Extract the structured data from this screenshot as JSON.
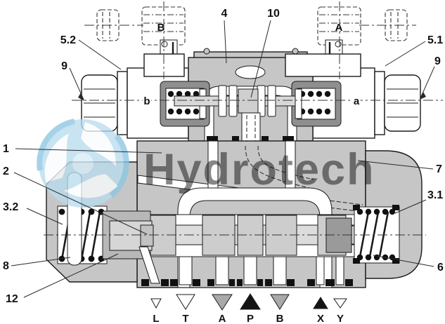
{
  "diagram": {
    "watermark": {
      "text": "Hydrotech",
      "text_color": "#8b96a0",
      "logo_color": "#b9dcee"
    },
    "solenoid_b_label": "B",
    "solenoid_a_label": "A",
    "pilot_position_left": "b",
    "pilot_position_right": "a",
    "callouts": {
      "c5_2": "5.2",
      "c9_left": "9",
      "c4": "4",
      "c10": "10",
      "c5_1": "5.1",
      "c9_right": "9",
      "c1": "1",
      "c2": "2",
      "c3_2": "3.2",
      "c8": "8",
      "c12": "12",
      "c7": "7",
      "c3_1": "3.1",
      "c6": "6"
    },
    "ports": [
      {
        "label": "L",
        "symbol": "triangle-down-outline",
        "fill": "#ffffff"
      },
      {
        "label": "T",
        "symbol": "triangle-down-outline",
        "fill": "#ffffff"
      },
      {
        "label": "A",
        "symbol": "triangle-down-gray",
        "fill": "#a9a9a9"
      },
      {
        "label": "P",
        "symbol": "triangle-up-black",
        "fill": "#141414"
      },
      {
        "label": "B",
        "symbol": "triangle-down-gray",
        "fill": "#a9a9a9"
      },
      {
        "label": "X",
        "symbol": "triangle-up-black",
        "fill": "#141414"
      },
      {
        "label": "Y",
        "symbol": "triangle-down-outline",
        "fill": "#ffffff"
      }
    ],
    "colors": {
      "outline": "#1b1b1b",
      "body_gray": "#c6c6c6",
      "pole_gray": "#8f8f8f"
    }
  }
}
